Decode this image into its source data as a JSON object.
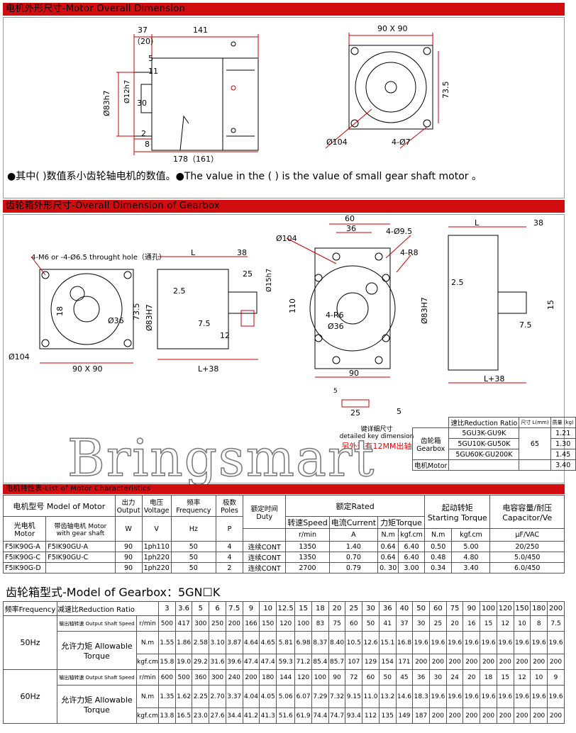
{
  "motor_dim": {
    "header": "电机外形尺寸-Motor  Overall  Dimension",
    "dims": {
      "d37": "37",
      "d20": "（20）",
      "d141": "141",
      "d5": "5",
      "d11": "11",
      "d30": "30",
      "d2": "2",
      "d8": "8",
      "d178": "178（161）",
      "d83": "Ø83h7",
      "d12": "Ø12h7",
      "d90": "90 X 90",
      "d735": "73.5",
      "d104": "Ø104",
      "d47": "4-Ø7"
    },
    "note": "●其中( )数值系小齿轮轴电机的数值。●The value in the ( ) is the value of small gear shaft motor 。"
  },
  "gear_dim": {
    "header": "齿轮箱外形尺寸-Overall  Dimension  of  Gearbox",
    "left": {
      "hole": "4-M6 or -4-Ø6.5 throught hole（通孔）",
      "d18": "18",
      "d36": "Ø36",
      "d735": "73.5",
      "d104": "Ø104",
      "d90": "90 X 90"
    },
    "mid": {
      "L": "L",
      "d38": "38",
      "d25": "25",
      "d15": "Ø15h7",
      "d25b": "2.5",
      "d83": "Ø83H7",
      "d75": "7.5",
      "d12": "12",
      "dL38": "L+38"
    },
    "right": {
      "d60": "60",
      "d36": "36",
      "d495": "4-Ø9.5",
      "d104": "Ø104",
      "dR8": "4-R8",
      "d110": "110",
      "dR6": "4-R6",
      "d36b": "Ø36",
      "d90": "90"
    },
    "far": {
      "L": "L",
      "d38": "38",
      "d25": "2.5",
      "d83": "Ø83H7",
      "d15": "15",
      "d75": "7.5",
      "dL38": "L+38"
    },
    "key": {
      "d5": "5",
      "d25": "25",
      "d5b": "5",
      "cap1": "键详细尺寸",
      "cap2": "detailed key dimension",
      "red": "另外还有12MM出轴"
    }
  },
  "ratio_table": {
    "h_ratio": "速比Reduction Ratio",
    "h_len": "尺寸 L(mm)",
    "h_mass": "质量 (kg)",
    "gear_label": "齿轮箱 Gearbox",
    "motor_label": "电机Motor",
    "rows": [
      {
        "ratio": "5GU3K-GU9K",
        "mass": "1.21"
      },
      {
        "ratio": "5GU10K-GU50K",
        "mass": "1.30"
      },
      {
        "ratio": "5GU60K-GU200K",
        "mass": "1.45"
      }
    ],
    "len": "65",
    "motor_mass": "3.40"
  },
  "brand": "Bringsmart",
  "motor_char": {
    "header": "电机特性表-List of Motor Characteristics",
    "h_model": "电机型号 Model of Motor",
    "h_out": "出力 Output",
    "h_volt": "电压 Voltage",
    "h_freq": "频率 Frequency",
    "h_poles": "极数 Poles",
    "h_rated": "额定Rated",
    "h_duty": "额定时间 Duty",
    "h_speed": "转速Speed",
    "h_cur": "电流Current",
    "h_torq": "力矩Torque",
    "h_start": "起动转矩 Starting Torque",
    "h_cap": "电容容量/耐压 Capacitor/Ve",
    "h_plain": "光电机 Motor",
    "h_gear": "带齿轴电机 Motor with gear shaft",
    "u_w": "W",
    "u_v": "V",
    "u_hz": "Hz",
    "u_p": "P",
    "u_rmin": "r/min",
    "u_a": "A",
    "u_nm": "N.m",
    "u_kgf": "kgf.cm",
    "u_nm2": "N.m",
    "u_kgf2": "kgf.cm",
    "u_uf": "μF/VAC",
    "rows": [
      [
        "F5IK90G-A",
        "F5IK90GU-A",
        "90",
        "1ph110",
        "50",
        "4",
        "连续CONT",
        "1350",
        "1.40",
        "0.64",
        "6.40",
        "0.50",
        "5.00",
        "20/250"
      ],
      [
        "F5IK90G-C",
        "F5IK90GU-C",
        "90",
        "1ph220",
        "50",
        "4",
        "连续CONT",
        "1350",
        "0.70",
        "0.64",
        "6.40",
        "0.48",
        "4.80",
        "5.0/450"
      ],
      [
        "F5IK90G-D",
        "",
        "90",
        "1ph220",
        "50",
        "2",
        "连续CONT",
        "2700",
        "0.79",
        "0. 30",
        "3.00",
        "0.34",
        "3.40",
        "6.0/450"
      ]
    ]
  },
  "gearbox_model": {
    "title": "齿轮箱型式-Model of Gearbox：5GN☐K",
    "h_freq": "频率Frequency",
    "h_ratio": "减速比Reduction Ratio",
    "ratios": [
      "3",
      "3.6",
      "5",
      "6",
      "7.5",
      "9",
      "10",
      "12.5",
      "15",
      "18",
      "20",
      "25",
      "30",
      "36",
      "40",
      "50",
      "60",
      "75",
      "90",
      "100",
      "120",
      "150",
      "180",
      "200"
    ],
    "hz50": "50Hz",
    "hz60": "60Hz",
    "speed_label": "输出轴转速 Output Shaft Speed",
    "torque_label": "允许力矩 Allowable Torque",
    "u_rmin": "r/min",
    "u_nm": "N.m",
    "u_kgf": "kgf.cm",
    "s50": [
      "500",
      "417",
      "300",
      "250",
      "200",
      "166",
      "150",
      "120",
      "100",
      "83",
      "75",
      "60",
      "50",
      "41",
      "37",
      "30",
      "25",
      "20",
      "16",
      "15",
      "12",
      "10",
      "8",
      "7.5"
    ],
    "n50": [
      "1.55",
      "1.86",
      "2.58",
      "3.10",
      "3.87",
      "4.64",
      "4.65",
      "5.81",
      "6.98",
      "8.37",
      "8.40",
      "10.5",
      "12.6",
      "15.1",
      "16.8",
      "19.6",
      "19.6",
      "19.6",
      "19.6",
      "19.6",
      "19.6",
      "19.6",
      "19.6",
      "19.6"
    ],
    "k50": [
      "15.8",
      "19.0",
      "29.2",
      "31.6",
      "39.6",
      "47.4",
      "47.4",
      "59.3",
      "71.2",
      "85.4",
      "85.7",
      "107",
      "129",
      "154",
      "171",
      "200",
      "200",
      "200",
      "200",
      "200",
      "200",
      "200",
      "200",
      "200"
    ],
    "s60": [
      "600",
      "500",
      "360",
      "300",
      "240",
      "200",
      "180",
      "144",
      "120",
      "100",
      "90",
      "72",
      "60",
      "50",
      "45",
      "36",
      "30",
      "24",
      "20",
      "18",
      "15",
      "12",
      "10",
      "9"
    ],
    "n60": [
      "1.35",
      "1.62",
      "2.25",
      "2.70",
      "3.37",
      "4.04",
      "4.05",
      "5.06",
      "6.07",
      "7.29",
      "7.32",
      "9.15",
      "11.0",
      "13.2",
      "14.6",
      "18.3",
      "19.6",
      "19.6",
      "19.6",
      "19.6",
      "19.6",
      "19.6",
      "19.6",
      "19.6"
    ],
    "k60": [
      "13.8",
      "16.5",
      "23.0",
      "27.6",
      "34.4",
      "41.2",
      "41.3",
      "51.6",
      "61.9",
      "74.4",
      "74.7",
      "93.4",
      "112",
      "135",
      "149",
      "187",
      "200",
      "200",
      "200",
      "200",
      "200",
      "200",
      "200",
      "200"
    ]
  }
}
